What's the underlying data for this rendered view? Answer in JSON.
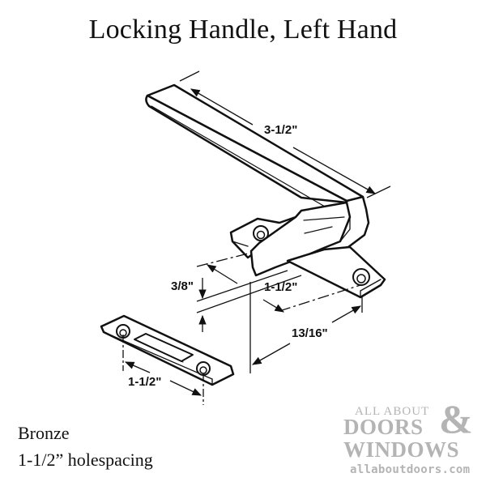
{
  "title": "Locking Handle, Left Hand",
  "dimensions": {
    "handle_length": "3-1/2\"",
    "height": "3/8\"",
    "hole_spacing_handle": "1-1/2\"",
    "depth": "13/16\"",
    "hole_spacing_keeper": "1-1/2\""
  },
  "captions": {
    "finish": "Bronze",
    "spacing": "1-1/2” holespacing"
  },
  "logo": {
    "line1": "ALL ABOUT",
    "line2": "DOORS",
    "ampersand": "&",
    "line3": "WINDOWS",
    "url": "allaboutdoors.com",
    "color": "#b4b4b4"
  },
  "colors": {
    "line": "#111111",
    "background": "#ffffff"
  }
}
